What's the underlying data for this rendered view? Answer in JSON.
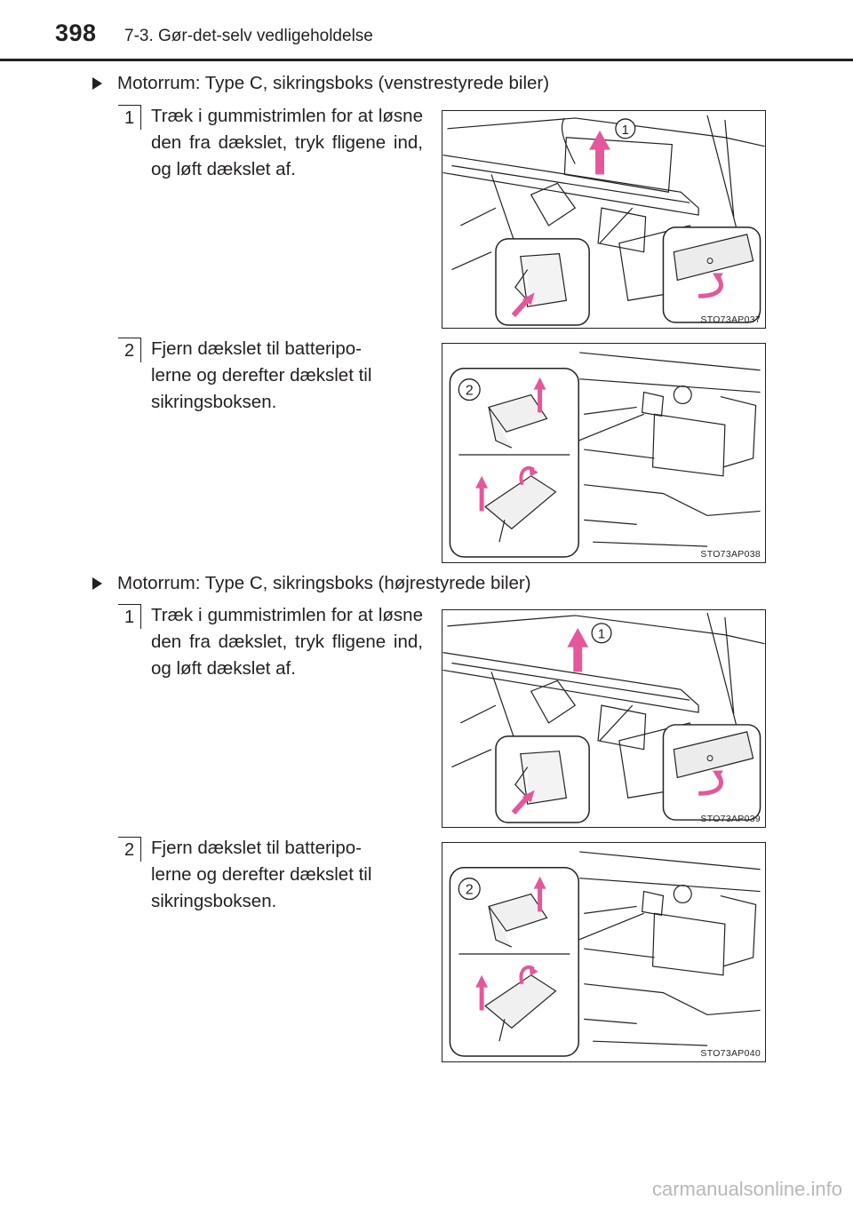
{
  "header": {
    "page_number": "398",
    "chapter_title": "7-3. Gør-det-selv vedligeholdelse"
  },
  "sections": [
    {
      "heading": "Motorrum: Type C, sikringsboks (venstrestyrede biler)",
      "steps": [
        {
          "number": "1",
          "text": "Træk i gummistrimlen for at løsne den fra dækslet, tryk fligene ind, og løft dækslet af.",
          "illustration_code": "STO73AP037",
          "callout": "1"
        },
        {
          "number": "2",
          "text": "Fjern dækslet til batteripo-\nlerne og derefter dækslet til\nsikringsboksen.",
          "illustration_code": "STO73AP038",
          "callout": "2"
        }
      ]
    },
    {
      "heading": "Motorrum: Type C, sikringsboks (højrestyrede biler)",
      "steps": [
        {
          "number": "1",
          "text": "Træk i gummistrimlen for at løsne den fra dækslet, tryk fligene ind, og løft dækslet af.",
          "illustration_code": "STO73AP039",
          "callout": "1"
        },
        {
          "number": "2",
          "text": "Fjern dækslet til batteripo-\nlerne og derefter dækslet til\nsikringsboksen.",
          "illustration_code": "STO73AP040",
          "callout": "2"
        }
      ]
    }
  ],
  "colors": {
    "arrow": "#e4579a",
    "ink": "#231f20"
  },
  "watermark": "carmanualsonline.info"
}
